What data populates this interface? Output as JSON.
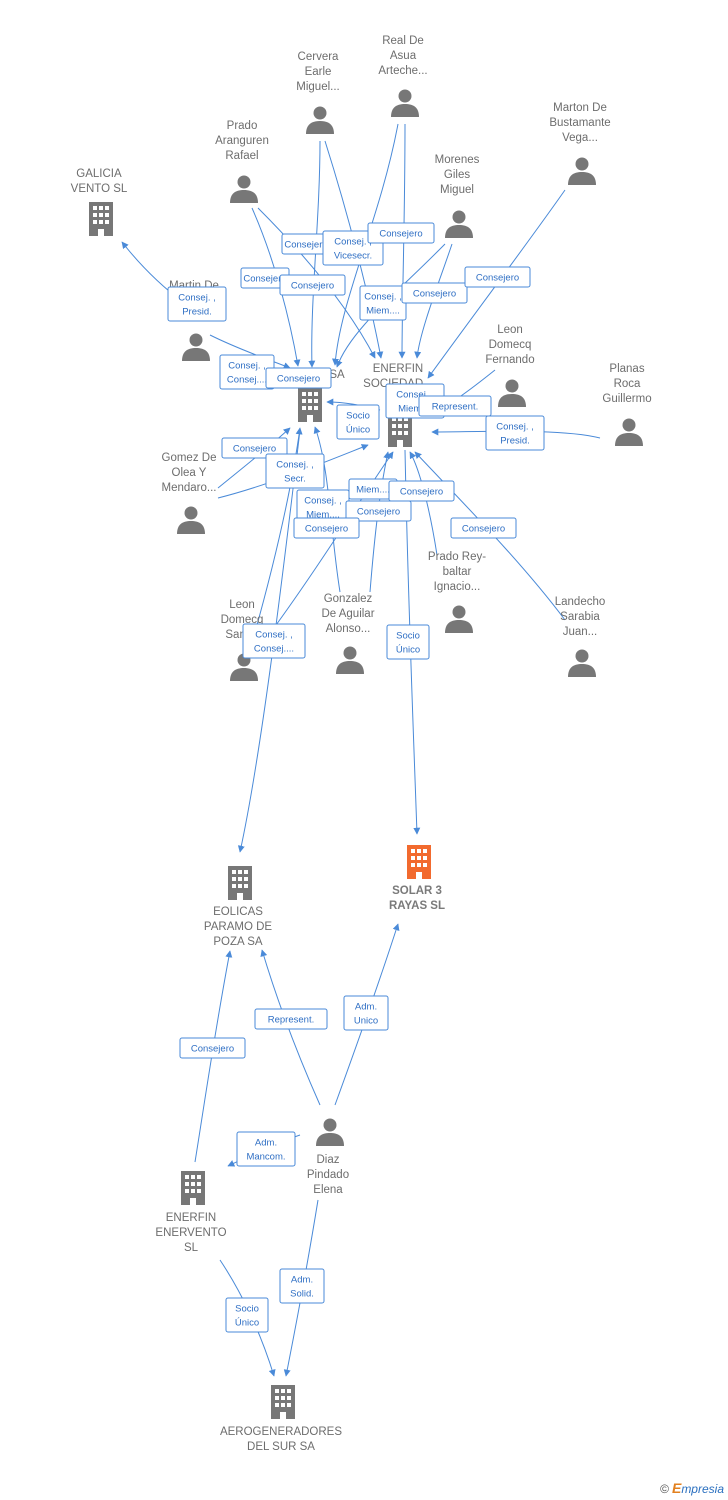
{
  "colors": {
    "edge": "#4a8ad8",
    "node": "#777777",
    "main_node": "#f26a2e",
    "badge_text": "#2f6fc4"
  },
  "nodes": [
    {
      "id": "cervera",
      "type": "person",
      "label": [
        "Cervera",
        "Earle",
        "Miguel..."
      ]
    },
    {
      "id": "real",
      "type": "person",
      "label": [
        "Real De",
        "Asua",
        "Arteche..."
      ]
    },
    {
      "id": "marton",
      "type": "person",
      "label": [
        "Marton De",
        "Bustamante",
        "Vega..."
      ]
    },
    {
      "id": "prado_a",
      "type": "person",
      "label": [
        "Prado",
        "Aranguren",
        "Rafael"
      ]
    },
    {
      "id": "galicia",
      "type": "company",
      "label": [
        "GALICIA",
        "VENTO SL"
      ]
    },
    {
      "id": "morenes",
      "type": "person",
      "label": [
        "Morenes",
        "Giles",
        "Miguel"
      ]
    },
    {
      "id": "martin",
      "type": "person",
      "label": [
        "Martin De",
        "B..."
      ]
    },
    {
      "id": "leon_f",
      "type": "person",
      "label": [
        "Leon",
        "Domecq",
        "Fernando"
      ]
    },
    {
      "id": "planas",
      "type": "person",
      "label": [
        "Planas",
        "Roca",
        "Guillermo"
      ]
    },
    {
      "id": "sa_co",
      "type": "company",
      "label": [
        "SA"
      ]
    },
    {
      "id": "enerfin_soc",
      "type": "company",
      "label": [
        "ENERFIN",
        "SOCIEDAD..."
      ]
    },
    {
      "id": "gomez",
      "type": "person",
      "label": [
        "Gomez De",
        "Olea Y",
        "Mendaro..."
      ]
    },
    {
      "id": "prado_r",
      "type": "person",
      "label": [
        "Prado Rey-",
        "baltar",
        "Ignacio..."
      ]
    },
    {
      "id": "gonzalez",
      "type": "person",
      "label": [
        "Gonzalez",
        "De Aguilar",
        "Alonso..."
      ]
    },
    {
      "id": "leon_s",
      "type": "person",
      "label": [
        "Leon",
        "Domecq",
        "Sant..."
      ]
    },
    {
      "id": "landecho",
      "type": "person",
      "label": [
        "Landecho",
        "Sarabia",
        "Juan..."
      ]
    },
    {
      "id": "eolicas",
      "type": "company",
      "label": [
        "EOLICAS",
        "PARAMO DE",
        "POZA SA"
      ]
    },
    {
      "id": "solar",
      "type": "main",
      "label": [
        "SOLAR 3",
        "RAYAS  SL"
      ]
    },
    {
      "id": "diaz",
      "type": "person",
      "label": [
        "Diaz",
        "Pindado",
        "Elena"
      ]
    },
    {
      "id": "enervento",
      "type": "company",
      "label": [
        "ENERFIN",
        "ENERVENTO",
        "SL"
      ]
    },
    {
      "id": "aero",
      "type": "company",
      "label": [
        "AEROGENERADORES",
        "DEL SUR SA"
      ]
    }
  ],
  "edges": [
    {
      "from": "cervera",
      "to": "sa_co"
    },
    {
      "from": "cervera",
      "to": "enerfin_soc"
    },
    {
      "from": "real",
      "to": "sa_co"
    },
    {
      "from": "real",
      "to": "enerfin_soc"
    },
    {
      "from": "prado_a",
      "to": "sa_co"
    },
    {
      "from": "prado_a",
      "to": "enerfin_soc"
    },
    {
      "from": "morenes",
      "to": "sa_co"
    },
    {
      "from": "morenes",
      "to": "enerfin_soc"
    },
    {
      "from": "marton",
      "to": "enerfin_soc"
    },
    {
      "from": "martin",
      "to": "galicia"
    },
    {
      "from": "martin",
      "to": "sa_co"
    },
    {
      "from": "leon_f",
      "to": "enerfin_soc"
    },
    {
      "from": "planas",
      "to": "enerfin_soc"
    },
    {
      "from": "enerfin_soc",
      "to": "sa_co"
    },
    {
      "from": "gomez",
      "to": "sa_co"
    },
    {
      "from": "gomez",
      "to": "enerfin_soc"
    },
    {
      "from": "gonzalez",
      "to": "sa_co"
    },
    {
      "from": "gonzalez",
      "to": "enerfin_soc"
    },
    {
      "from": "prado_r",
      "to": "enerfin_soc"
    },
    {
      "from": "landecho",
      "to": "enerfin_soc"
    },
    {
      "from": "leon_s",
      "to": "sa_co"
    },
    {
      "from": "leon_s",
      "to": "enerfin_soc"
    },
    {
      "from": "sa_co",
      "to": "eolicas"
    },
    {
      "from": "enerfin_soc",
      "to": "solar"
    },
    {
      "from": "diaz",
      "to": "solar"
    },
    {
      "from": "diaz",
      "to": "eolicas"
    },
    {
      "from": "diaz",
      "to": "enervento"
    },
    {
      "from": "diaz",
      "to": "aero"
    },
    {
      "from": "enervento",
      "to": "eolicas"
    },
    {
      "from": "enervento",
      "to": "aero"
    }
  ],
  "badges": [
    {
      "lines": [
        "Consejero"
      ]
    },
    {
      "lines": [
        "Consej. ,",
        "Vicesecr."
      ]
    },
    {
      "lines": [
        "Consejero"
      ]
    },
    {
      "lines": [
        "Consejero"
      ]
    },
    {
      "lines": [
        "Consejero"
      ]
    },
    {
      "lines": [
        "Consej. ,",
        "Presid."
      ]
    },
    {
      "lines": [
        "Consej. ,",
        "Miem...."
      ]
    },
    {
      "lines": [
        "Consejero"
      ]
    },
    {
      "lines": [
        "Consejero"
      ]
    },
    {
      "lines": [
        "Consej. ,",
        "Consej...."
      ]
    },
    {
      "lines": [
        "Consejero"
      ]
    },
    {
      "lines": [
        "Socio",
        "Único"
      ]
    },
    {
      "lines": [
        "Consej. ,",
        "Miem...."
      ]
    },
    {
      "lines": [
        "Represent."
      ]
    },
    {
      "lines": [
        "Consej. ,",
        "Presid."
      ]
    },
    {
      "lines": [
        "Consejero"
      ]
    },
    {
      "lines": [
        "Consej. ,",
        "Secr."
      ]
    },
    {
      "lines": [
        "Consej. ,",
        "Miem...."
      ]
    },
    {
      "lines": [
        "Miem...."
      ]
    },
    {
      "lines": [
        "Consejero"
      ]
    },
    {
      "lines": [
        "Consejero"
      ]
    },
    {
      "lines": [
        "Consejero"
      ]
    },
    {
      "lines": [
        "Consejero"
      ]
    },
    {
      "lines": [
        "Consej. ,",
        "Consej...."
      ]
    },
    {
      "lines": [
        "Socio",
        "Único"
      ]
    },
    {
      "lines": [
        "Adm.",
        "Unico"
      ]
    },
    {
      "lines": [
        "Represent."
      ]
    },
    {
      "lines": [
        "Consejero"
      ]
    },
    {
      "lines": [
        "Adm.",
        "Mancom."
      ]
    },
    {
      "lines": [
        "Adm.",
        "Solid."
      ]
    },
    {
      "lines": [
        "Socio",
        "Único"
      ]
    }
  ],
  "footer": {
    "copyright": "©",
    "brand_initial": "E",
    "brand_rest": "mpresia"
  }
}
